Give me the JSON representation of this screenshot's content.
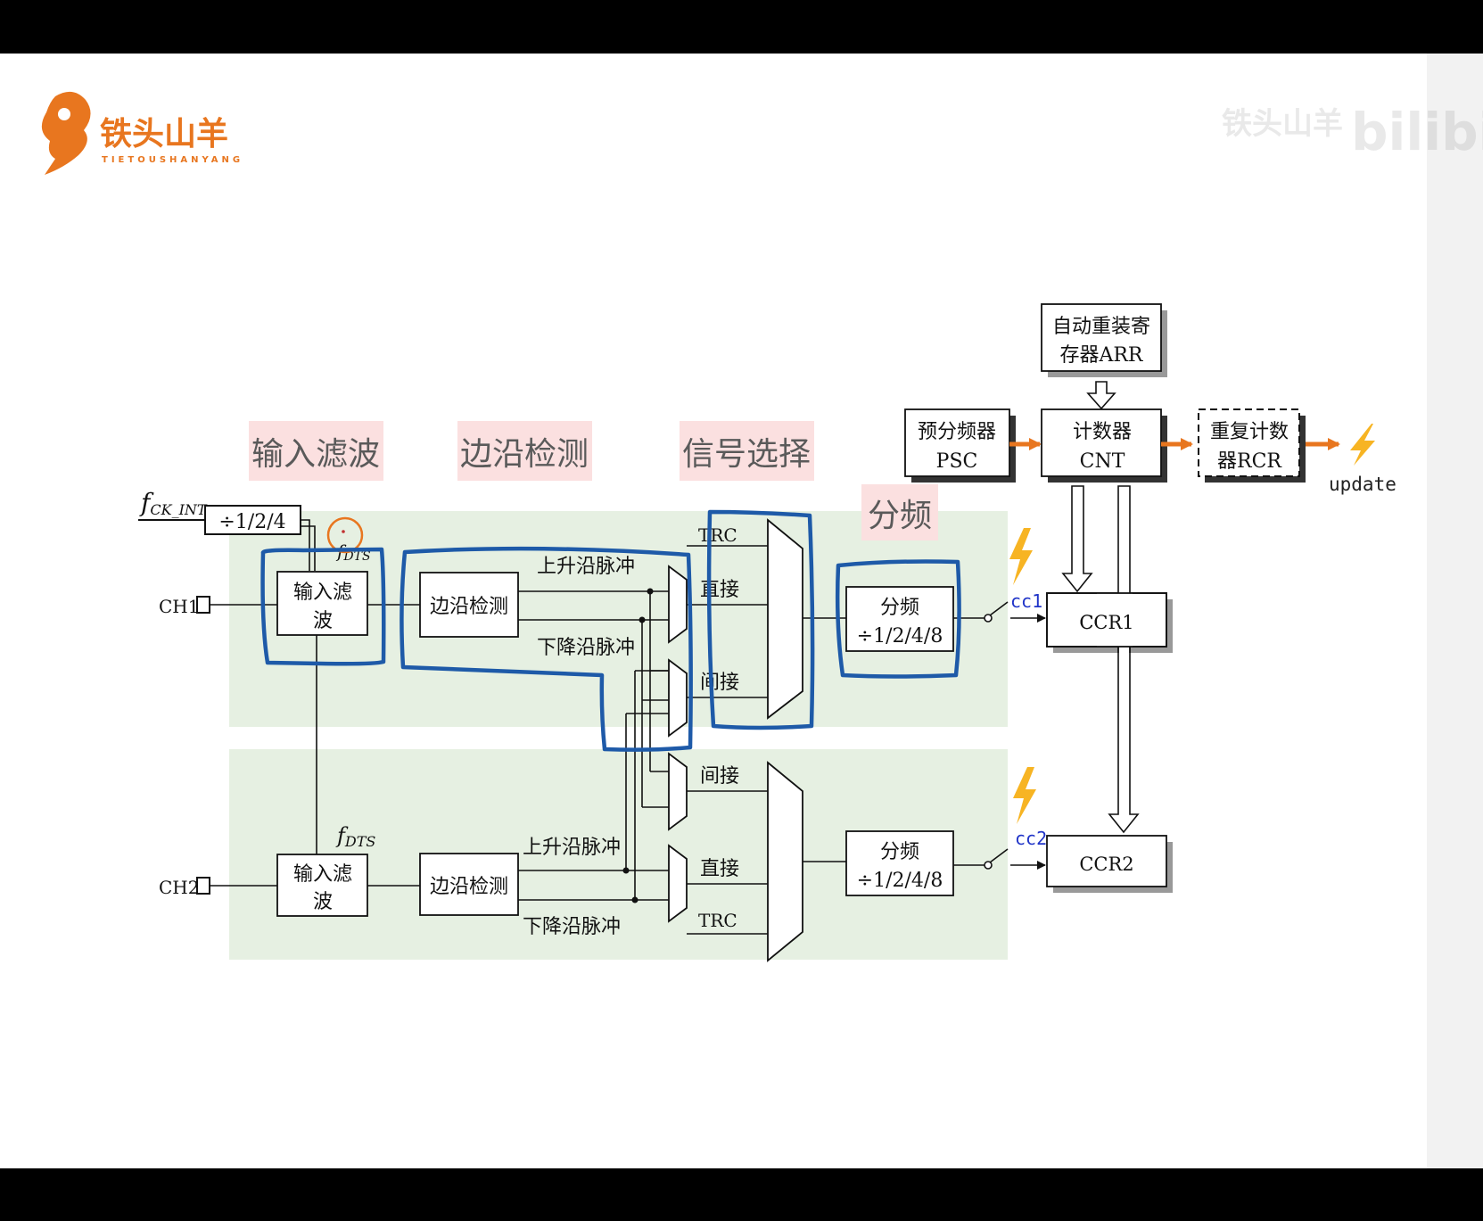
{
  "brand": {
    "name": "铁头山羊",
    "subtitle": "TIETOUSHANYANG"
  },
  "watermark": {
    "text": "铁头山羊",
    "site": "bilibili"
  },
  "section_labels": {
    "filter": "输入滤波",
    "edge": "边沿检测",
    "select": "信号选择",
    "divide": "分频"
  },
  "clock": {
    "main": "f",
    "sub": "CK_INT",
    "divider": "÷1/2/4",
    "dts_main": "f",
    "dts_sub": "DTS"
  },
  "channels": {
    "ch1": "CH1",
    "ch2": "CH2"
  },
  "blocks": {
    "filter_line1": "输入滤",
    "filter_line2": "波",
    "edge": "边沿检测",
    "rising": "上升沿脉冲",
    "falling": "下降沿脉冲",
    "trc": "TRC",
    "direct": "直接",
    "indirect": "间接",
    "div_line1": "分频",
    "div_line2": "÷1/2/4/8"
  },
  "core": {
    "arr_line1": "自动重装寄",
    "arr_line2": "存器ARR",
    "psc_line1": "预分频器",
    "psc_line2": "PSC",
    "cnt_line1": "计数器",
    "cnt_line2": "CNT",
    "rcr_line1": "重复计数",
    "rcr_line2": "器RCR",
    "update": "update",
    "ccr1": "CCR1",
    "ccr2": "CCR2",
    "cc1": "cc1",
    "cc2": "cc2"
  },
  "colors": {
    "panel": "#e6f0e2",
    "label_bg": "#fbe0e0",
    "label_text": "#5a5a5a",
    "annotation": "#1e5aa8",
    "orange": "#e8761f",
    "bolt": "#f7b423",
    "cc_text": "#2034c8"
  }
}
